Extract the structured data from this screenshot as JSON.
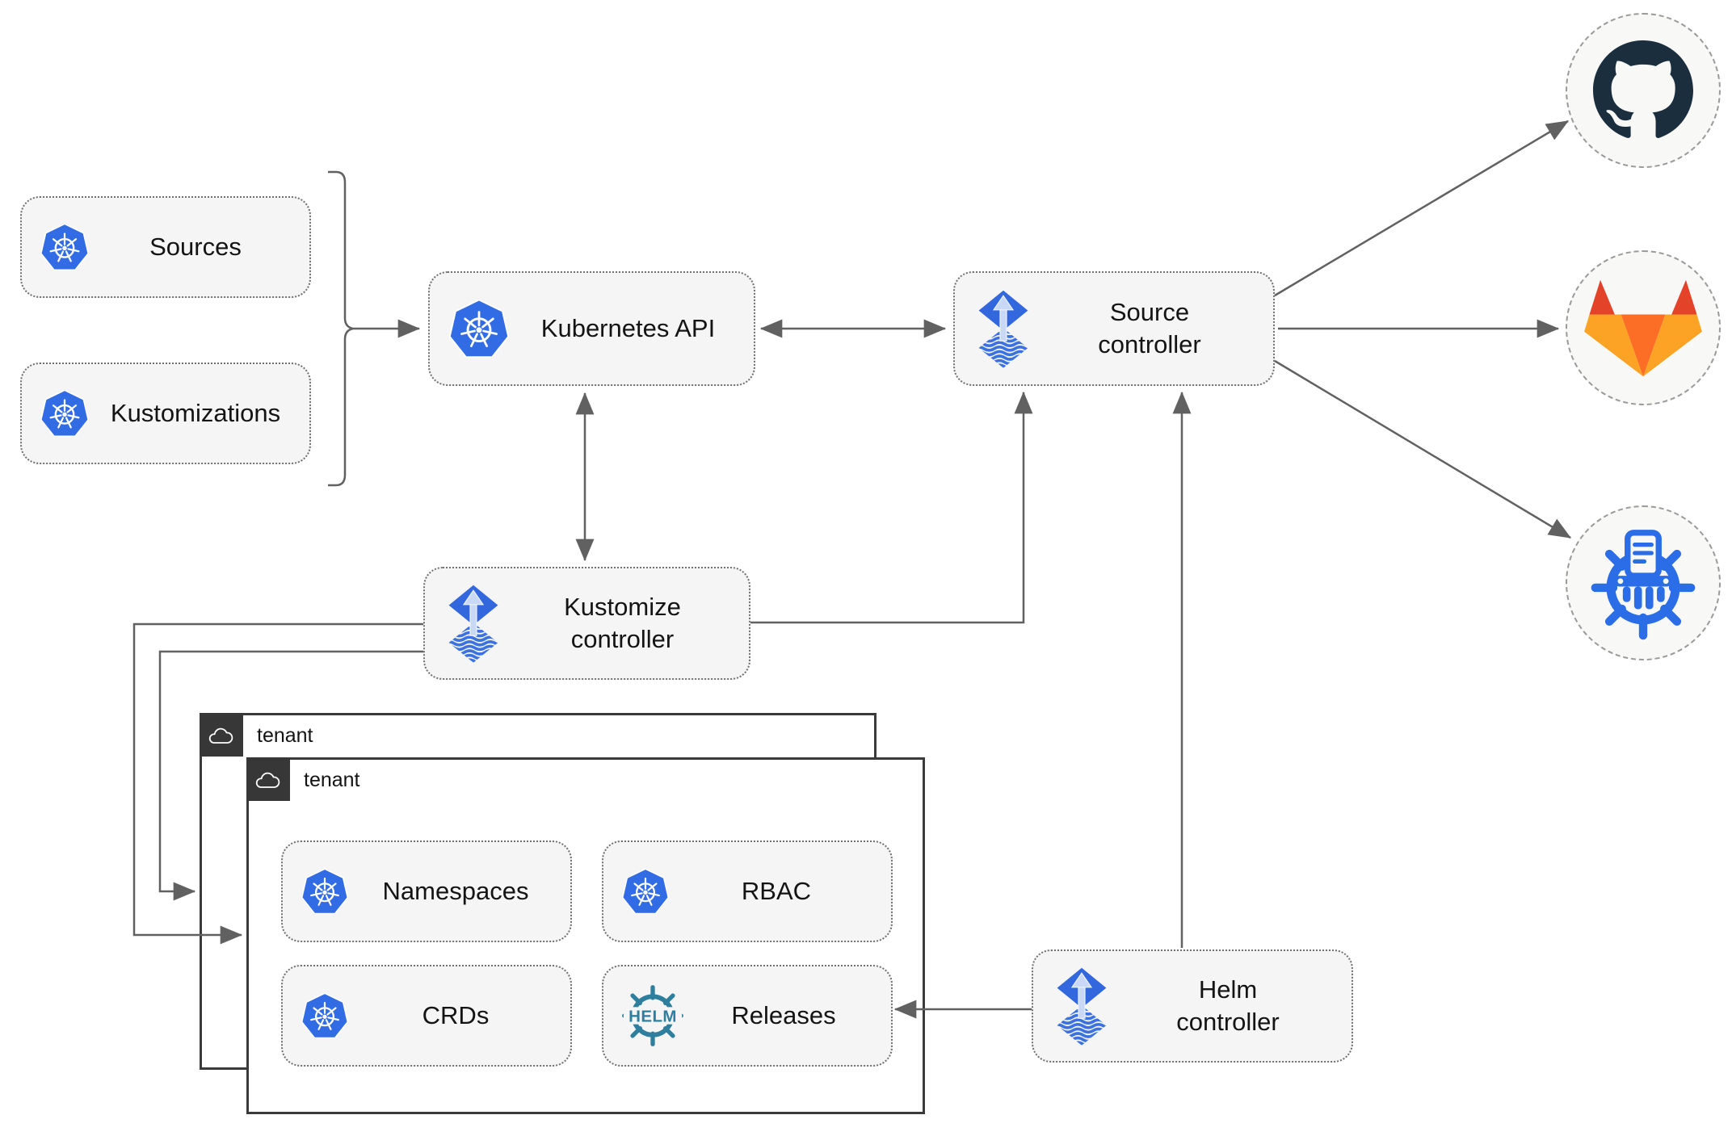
{
  "diagram": {
    "left_column": {
      "items": [
        {
          "label": "Sources",
          "icon": "kubernetes-icon"
        },
        {
          "label": "Kustomizations",
          "icon": "kubernetes-icon"
        }
      ]
    },
    "nodes": {
      "kubernetes_api": {
        "label": "Kubernetes API",
        "icon": "kubernetes-icon"
      },
      "source_controller": {
        "label": "Source\ncontroller",
        "icon": "flux-icon"
      },
      "kustomize_controller": {
        "label": "Kustomize\ncontroller",
        "icon": "flux-icon"
      },
      "helm_controller": {
        "label": "Helm\ncontroller",
        "icon": "flux-icon"
      }
    },
    "tenants": {
      "back": {
        "label": "tenant",
        "icon": "cloud-icon"
      },
      "front": {
        "label": "tenant",
        "icon": "cloud-icon",
        "resources": [
          {
            "label": "Namespaces",
            "icon": "kubernetes-icon"
          },
          {
            "label": "RBAC",
            "icon": "kubernetes-icon"
          },
          {
            "label": "CRDs",
            "icon": "kubernetes-icon"
          },
          {
            "label": "Releases",
            "icon": "helm-icon",
            "icon_text": "HELM"
          }
        ]
      }
    },
    "external_targets": [
      {
        "name": "GitHub",
        "icon": "github-icon"
      },
      {
        "name": "GitLab",
        "icon": "gitlab-icon"
      },
      {
        "name": "ChartMuseum",
        "icon": "chartmuseum-icon"
      }
    ],
    "colors": {
      "kubernetes_blue": "#326ce5",
      "flux_blue": "#3367dd",
      "flux_light_arrow": "#c9d8f4",
      "helm_teal": "#2e7f9e",
      "chartmuseum_blue": "#2b6de6",
      "github_dark": "#1b2e3e",
      "gitlab_red": "#e24329",
      "gitlab_orange": "#fc6d26",
      "gitlab_amber": "#fca326",
      "arrow_gray": "#616161",
      "node_fill": "#f5f5f5",
      "tenant_tab_bg": "#373737",
      "canvas": "#ffffff"
    }
  }
}
